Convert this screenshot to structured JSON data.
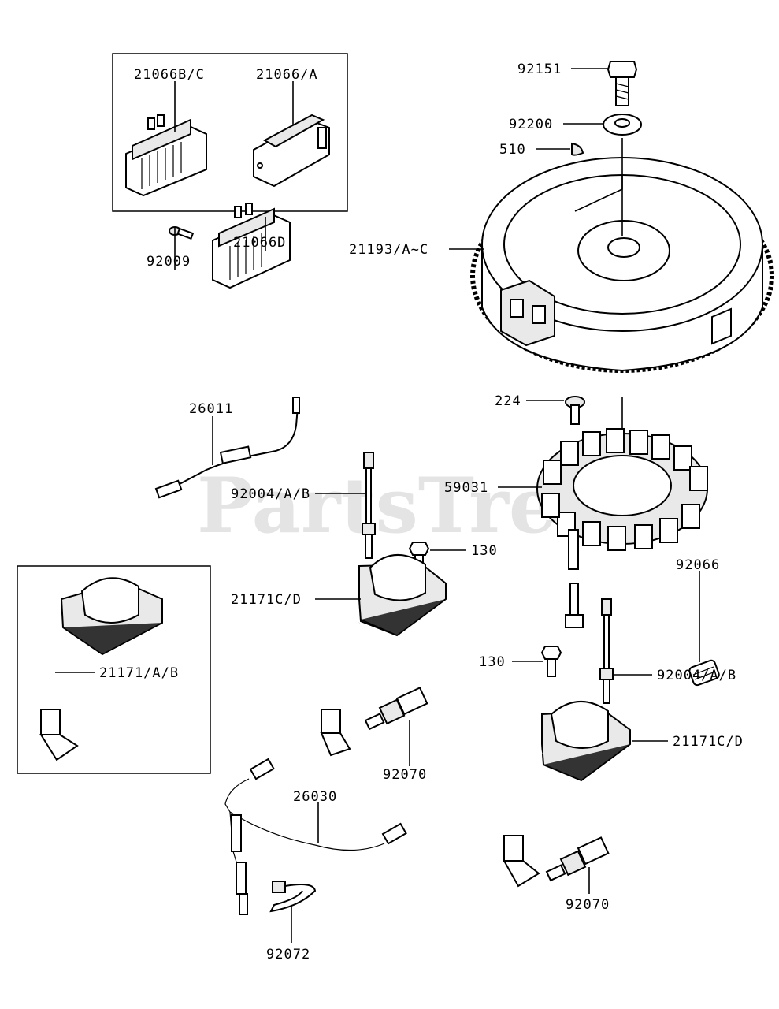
{
  "watermark": "PartsTree",
  "labels": {
    "l_21066bc": "21066B/C",
    "l_21066a": "21066/A",
    "l_92151": "92151",
    "l_92200": "92200",
    "l_510": "510",
    "l_21193": "21193/A~C",
    "l_92009": "92009",
    "l_21066d": "21066D",
    "l_224": "224",
    "l_26011": "26011",
    "l_59031": "59031",
    "l_92004_left": "92004/A/B",
    "l_130_top": "130",
    "l_92066": "92066",
    "l_21171cd_left": "21171C/D",
    "l_21171ab": "21171/A/B",
    "l_130_right": "130",
    "l_92004_right": "92004/A/B",
    "l_92070_left": "92070",
    "l_21171cd_right": "21171C/D",
    "l_26030": "26030",
    "l_92070_right": "92070",
    "l_92072": "92072"
  }
}
